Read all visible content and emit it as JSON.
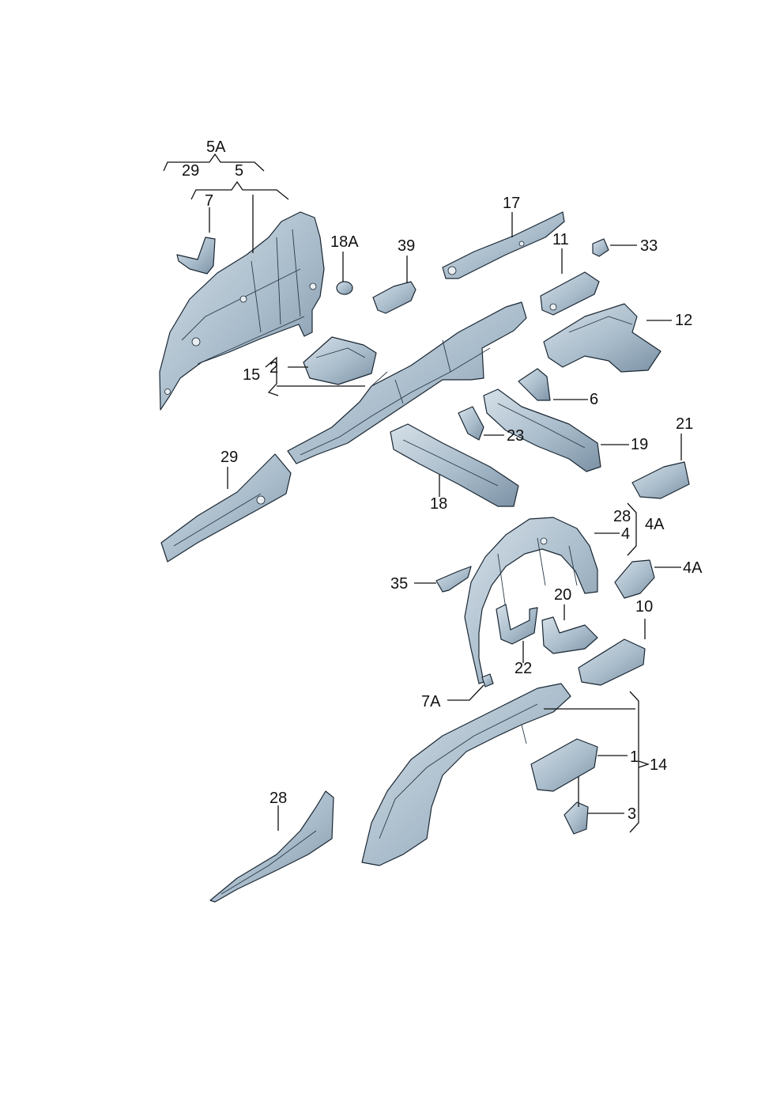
{
  "callouts": {
    "c5A": "5A",
    "c29top": "29",
    "c5": "5",
    "c7": "7",
    "c18A": "18A",
    "c39": "39",
    "c17": "17",
    "c11": "11",
    "c33": "33",
    "c12": "12",
    "c2": "2",
    "c15": "15",
    "c6": "6",
    "c23": "23",
    "c19": "19",
    "c21": "21",
    "c29": "29",
    "c18": "18",
    "c28top": "28",
    "c4": "4",
    "c4Agroup": "4A",
    "c4A": "4A",
    "c35": "35",
    "c20": "20",
    "c10": "10",
    "c22": "22",
    "c7A": "7A",
    "c1": "1",
    "c14": "14",
    "c3": "3",
    "c28": "28"
  },
  "colors": {
    "metal_light": "#c9d6e0",
    "metal_mid": "#9fb3c3",
    "metal_dark": "#6f8598",
    "line": "#1a2733"
  }
}
